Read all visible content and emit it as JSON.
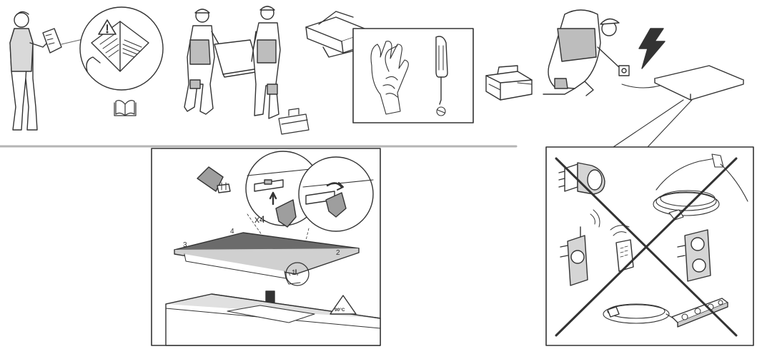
{
  "labels": {
    "count": "x4",
    "corner1": "1",
    "corner2": "2",
    "corner3": "3",
    "corner4": "4",
    "temperature": "90°C"
  },
  "icons": {
    "warning": "warning-triangle-icon",
    "manual": "open-book-icon",
    "lightning": "lightning-bolt-icon",
    "temperature": "temperature-warning-icon"
  },
  "colors": {
    "line": "#333333",
    "hob_top": "#6b6b6b",
    "shade": "#9e9e9e",
    "divider": "#b5b5b5"
  }
}
